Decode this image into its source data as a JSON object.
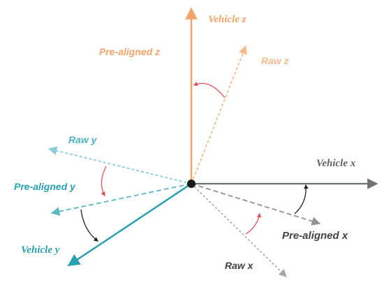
{
  "diagram": {
    "labels": {
      "vehicle_z": "Vehicle z",
      "pre_aligned_z": "Pre-aligned z",
      "raw_z": "Raw  z",
      "vehicle_x": "Vehicle x",
      "pre_aligned_x": "Pre-aligned x",
      "raw_x": "Raw x",
      "raw_y": "Raw y",
      "pre_aligned_y": "Pre-aligned y",
      "vehicle_y": "Vehicle y"
    },
    "colors": {
      "vehicle_z": "#F4A36B",
      "raw_z": "#F7B98F",
      "vehicle_x": "#6D7276",
      "pre_aligned_x": "#8E9295",
      "raw_x": "#A4A7AA",
      "vehicle_y": "#2BA0B0",
      "pre_aligned_y": "#5AB7C3",
      "raw_y": "#8CCCD6",
      "angle_arc_red": "#E0505A",
      "angle_arc_black": "#222222",
      "origin": "#1A1A1A"
    }
  }
}
